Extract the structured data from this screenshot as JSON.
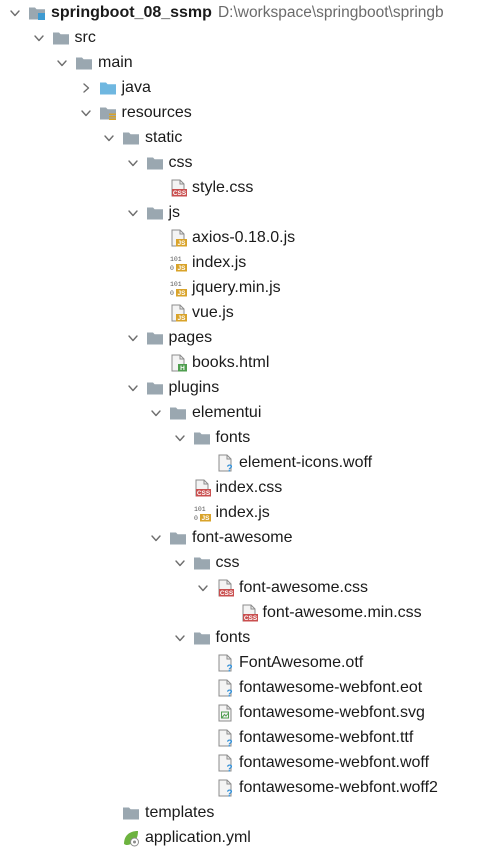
{
  "tree": [
    {
      "label": "springboot_08_ssmp",
      "path": "D:\\workspace\\springboot\\springb",
      "icon": "module-folder-icon",
      "chevron": "down",
      "depth": 0,
      "bold": true
    },
    {
      "label": "src",
      "icon": "folder-icon",
      "chevron": "down",
      "depth": 1
    },
    {
      "label": "main",
      "icon": "folder-icon",
      "chevron": "down",
      "depth": 2
    },
    {
      "label": "java",
      "icon": "source-folder-icon",
      "chevron": "right",
      "depth": 3
    },
    {
      "label": "resources",
      "icon": "resources-folder-icon",
      "chevron": "down",
      "depth": 3
    },
    {
      "label": "static",
      "icon": "folder-icon",
      "chevron": "down",
      "depth": 4
    },
    {
      "label": "css",
      "icon": "folder-icon",
      "chevron": "down",
      "depth": 5
    },
    {
      "label": "style.css",
      "icon": "css-file-icon",
      "chevron": "none",
      "depth": 6
    },
    {
      "label": "js",
      "icon": "folder-icon",
      "chevron": "down",
      "depth": 5
    },
    {
      "label": "axios-0.18.0.js",
      "icon": "js-file-icon",
      "chevron": "none",
      "depth": 6
    },
    {
      "label": "index.js",
      "icon": "minified-js-file-icon",
      "chevron": "none",
      "depth": 6
    },
    {
      "label": "jquery.min.js",
      "icon": "minified-js-file-icon",
      "chevron": "none",
      "depth": 6
    },
    {
      "label": "vue.js",
      "icon": "js-file-icon",
      "chevron": "none",
      "depth": 6
    },
    {
      "label": "pages",
      "icon": "folder-icon",
      "chevron": "down",
      "depth": 5
    },
    {
      "label": "books.html",
      "icon": "html-file-icon",
      "chevron": "none",
      "depth": 6
    },
    {
      "label": "plugins",
      "icon": "folder-icon",
      "chevron": "down",
      "depth": 5
    },
    {
      "label": "elementui",
      "icon": "folder-icon",
      "chevron": "down",
      "depth": 6
    },
    {
      "label": "fonts",
      "icon": "folder-icon",
      "chevron": "down",
      "depth": 7
    },
    {
      "label": "element-icons.woff",
      "icon": "unknown-file-icon",
      "chevron": "none",
      "depth": 8
    },
    {
      "label": "index.css",
      "icon": "css-file-icon",
      "chevron": "none",
      "depth": 7
    },
    {
      "label": "index.js",
      "icon": "minified-js-file-icon",
      "chevron": "none",
      "depth": 7
    },
    {
      "label": "font-awesome",
      "icon": "folder-icon",
      "chevron": "down",
      "depth": 6
    },
    {
      "label": "css",
      "icon": "folder-icon",
      "chevron": "down",
      "depth": 7
    },
    {
      "label": "font-awesome.css",
      "icon": "css-file-icon",
      "chevron": "down",
      "depth": 8
    },
    {
      "label": "font-awesome.min.css",
      "icon": "css-file-icon",
      "chevron": "none",
      "depth": 9
    },
    {
      "label": "fonts",
      "icon": "folder-icon",
      "chevron": "down",
      "depth": 7
    },
    {
      "label": "FontAwesome.otf",
      "icon": "unknown-file-icon",
      "chevron": "none",
      "depth": 8
    },
    {
      "label": "fontawesome-webfont.eot",
      "icon": "unknown-file-icon",
      "chevron": "none",
      "depth": 8
    },
    {
      "label": "fontawesome-webfont.svg",
      "icon": "image-file-icon",
      "chevron": "none",
      "depth": 8
    },
    {
      "label": "fontawesome-webfont.ttf",
      "icon": "unknown-file-icon",
      "chevron": "none",
      "depth": 8
    },
    {
      "label": "fontawesome-webfont.woff",
      "icon": "unknown-file-icon",
      "chevron": "none",
      "depth": 8
    },
    {
      "label": "fontawesome-webfont.woff2",
      "icon": "unknown-file-icon",
      "chevron": "none",
      "depth": 8
    },
    {
      "label": "templates",
      "icon": "folder-icon",
      "chevron": "none",
      "depth": 4
    },
    {
      "label": "application.yml",
      "icon": "spring-config-icon",
      "chevron": "none",
      "depth": 4
    }
  ],
  "badges": {
    "css": "CSS",
    "js": "JS",
    "html": "H",
    "binary_top": "101",
    "binary_bottom": "0",
    "unknown": "?"
  },
  "colors": {
    "folder": "#9aa7b0",
    "source_folder": "#6fb7e0",
    "module_marker": "#3d9ad1",
    "css_badge": "#c94f4f",
    "js_badge": "#d9a32a",
    "html_badge": "#4f9e4f",
    "unknown_mark": "#2f8fd8",
    "spring": "#6db33f",
    "chevron": "#6e6e6e"
  }
}
